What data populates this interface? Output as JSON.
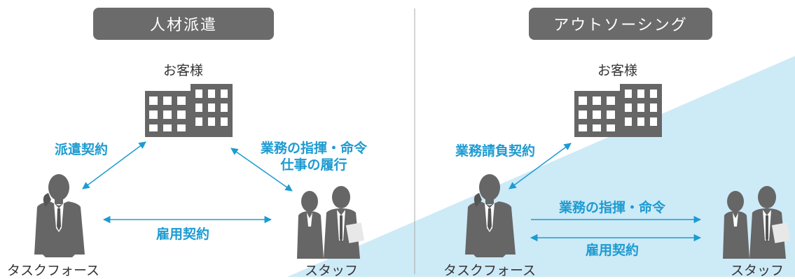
{
  "left": {
    "title": "人材派遣",
    "client": "お客様",
    "contract_client": "派遣契約",
    "command_line1": "業務の指揮・命令",
    "command_line2": "仕事の履行",
    "employment": "雇用契約",
    "taskforce": "タスクフォース",
    "staff": "スタッフ"
  },
  "right": {
    "title": "アウトソーシング",
    "client": "お客様",
    "contract_client": "業務請負契約",
    "command": "業務の指揮・命令",
    "employment": "雇用契約",
    "taskforce": "タスクフォース",
    "staff": "スタッフ"
  },
  "colors": {
    "accent": "#1d9bd1",
    "tab_bg": "#6b6b6b",
    "icon": "#666666",
    "highlight_bg": "#cdeaf7"
  }
}
